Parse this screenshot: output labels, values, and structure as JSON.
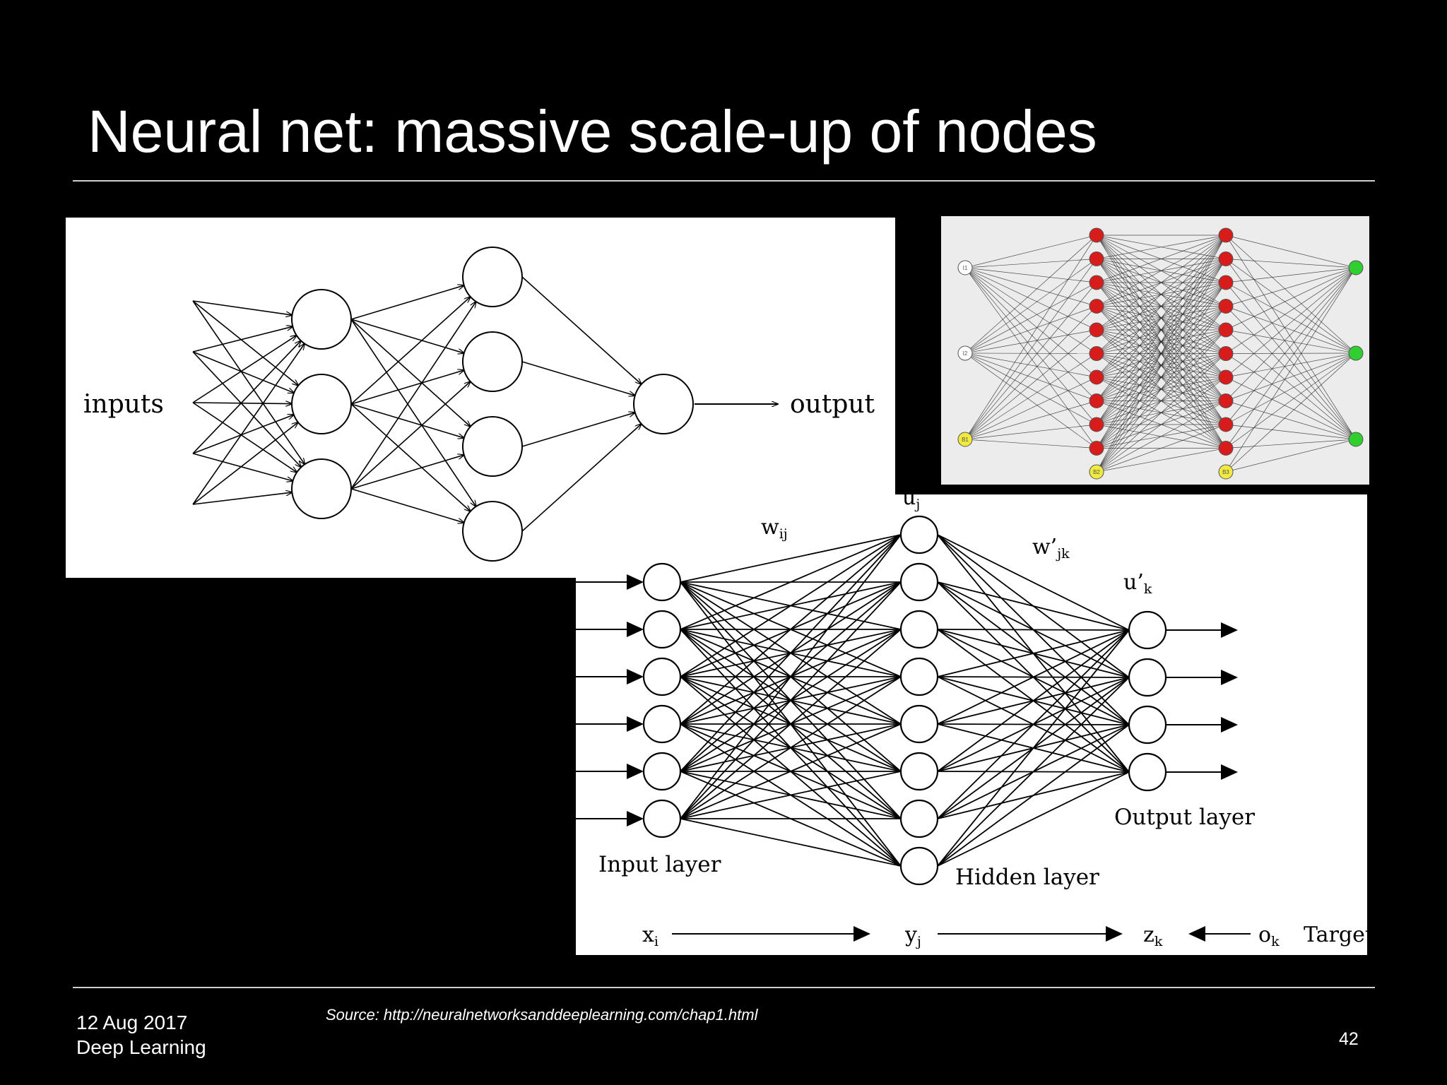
{
  "slide": {
    "title": "Neural net: massive scale-up of nodes",
    "date": "12 Aug 2017",
    "course": "Deep Learning",
    "source": "Source: http://neuralnetworksanddeeplearning.com/chap1.html",
    "page": "42"
  },
  "diagram1": {
    "inputs_label": "inputs",
    "output_label": "output",
    "layers": [
      3,
      4,
      1
    ]
  },
  "diagram2": {
    "input_nodes": [
      "I1",
      "I2",
      "B1"
    ],
    "hidden1_nodes": 10,
    "hidden2_nodes": 10,
    "bias_nodes": [
      "B2",
      "B3"
    ],
    "output_nodes": 3,
    "colors": {
      "input": "#ffffff",
      "bias": "#f0ea40",
      "hidden": "#d81b1b",
      "output": "#2fcf2f"
    }
  },
  "diagram3": {
    "w_ij": "w",
    "w_ij_sub": "ij",
    "w_jk": "w’",
    "w_jk_sub": "jk",
    "u_j": "u",
    "u_j_sub": "j",
    "u_k": "u’",
    "u_k_sub": "k",
    "input_layer": "Input layer",
    "hidden_layer": "Hidden layer",
    "output_layer": "Output layer",
    "x_i": "x",
    "x_i_sub": "i",
    "y_j": "y",
    "y_j_sub": "j",
    "z_k": "z",
    "z_k_sub": "k",
    "o_k": "o",
    "o_k_sub": "k",
    "target": "Target",
    "layers": [
      6,
      8,
      4
    ]
  }
}
